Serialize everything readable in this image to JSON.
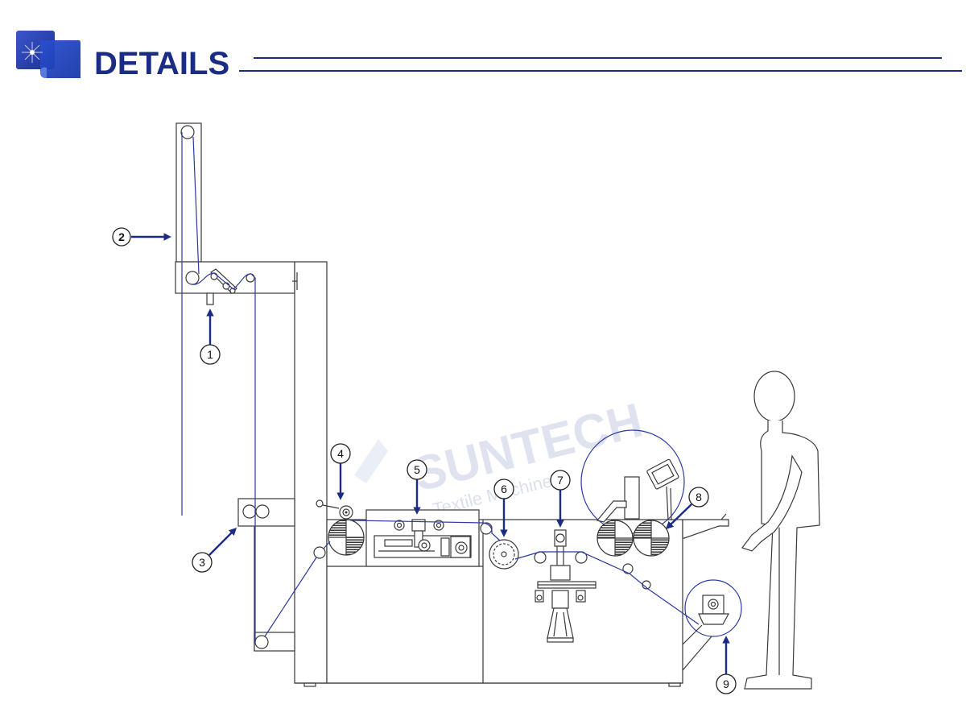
{
  "header": {
    "title": "DETAILS"
  },
  "callouts": [
    {
      "label": "1"
    },
    {
      "label": "2"
    },
    {
      "label": "3"
    },
    {
      "label": "4"
    },
    {
      "label": "5"
    },
    {
      "label": "6"
    },
    {
      "label": "7"
    },
    {
      "label": "8"
    },
    {
      "label": "9"
    }
  ],
  "watermark": {
    "brand": "SUNTECH",
    "tagline": "Textile Machinery"
  },
  "colors": {
    "accent": "#1b2c85",
    "web_path": "#2b3aa0",
    "line": "#3a3a3a"
  }
}
